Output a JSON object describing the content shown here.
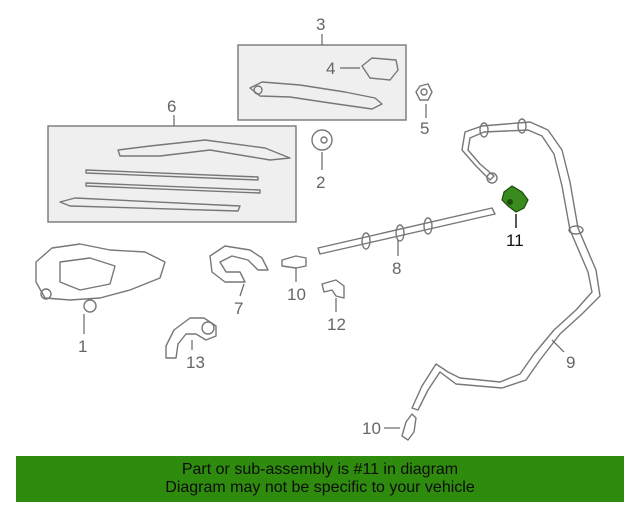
{
  "callouts": [
    {
      "id": "1",
      "label": "1"
    },
    {
      "id": "2",
      "label": "2"
    },
    {
      "id": "3",
      "label": "3"
    },
    {
      "id": "4",
      "label": "4"
    },
    {
      "id": "5",
      "label": "5"
    },
    {
      "id": "6",
      "label": "6"
    },
    {
      "id": "7",
      "label": "7"
    },
    {
      "id": "8",
      "label": "8"
    },
    {
      "id": "9",
      "label": "9"
    },
    {
      "id": "10a",
      "label": "10"
    },
    {
      "id": "10b",
      "label": "10"
    },
    {
      "id": "11",
      "label": "11"
    },
    {
      "id": "12",
      "label": "12"
    },
    {
      "id": "13",
      "label": "13"
    }
  ],
  "highlight": {
    "part_number": "11",
    "color": "#3a8a1e"
  },
  "banner": {
    "line1": "Part or sub-assembly is #11 in diagram",
    "line2": "Diagram may not be specific to your vehicle",
    "background": "#2e8b0e"
  }
}
